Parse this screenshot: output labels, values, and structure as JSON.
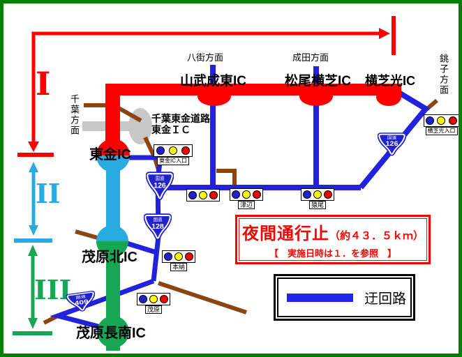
{
  "window": {
    "background": "#FFFFFF",
    "border_color": "#008000"
  },
  "sections": [
    {
      "numeral": "I",
      "color": "#FF0000"
    },
    {
      "numeral": "II",
      "color": "#29ABE2"
    },
    {
      "numeral": "III",
      "color": "#17A654"
    }
  ],
  "directions": {
    "yachimata": "八街方面",
    "narita": "成田方面",
    "choshi": "銚子方面",
    "chiba": "千葉方面"
  },
  "interchanges": {
    "sanmu_naruto": "山武成東IC",
    "matsuo_yokoshiba": "松尾横芝IC",
    "yokoshiba_hikari": "横芝光IC",
    "togane": "東金IC",
    "mobara_kita": "茂原北IC",
    "mobara_chonan": "茂原長南IC"
  },
  "expressway": {
    "line1": "千葉東金道路",
    "line2": "東金ＩＣ"
  },
  "signals": [
    {
      "label": "東金IC入口"
    },
    {
      "label": "津辺"
    },
    {
      "label": "猿尾"
    },
    {
      "label": "横芝光入口"
    },
    {
      "label": "本納"
    },
    {
      "label": "茂原"
    }
  ],
  "route_shields": [
    {
      "prefix": "国道",
      "number": "126"
    },
    {
      "prefix": "国道",
      "number": "128"
    },
    {
      "prefix": "国道",
      "number": "126"
    },
    {
      "prefix": "国道",
      "number": "409"
    }
  ],
  "notice": {
    "title": "夜間通行止",
    "distance": "（約４３．５ｋｍ）",
    "note": "【　実施日時は１．を参照　】"
  },
  "legend": {
    "detour_label": "迂回路"
  },
  "colors": {
    "closed_road": "#FF0000",
    "detour_road": "#2222DD",
    "local_road": "#8B4513",
    "expressway_gray": "#C8C8C8",
    "section1": "#FF0000",
    "section2_road": "#29ABE2",
    "section3_road": "#17A654",
    "signal_blue": "#2222CC",
    "signal_yellow": "#FFFF00",
    "signal_red": "#EE0000",
    "shield_blue": "#2222CC"
  }
}
